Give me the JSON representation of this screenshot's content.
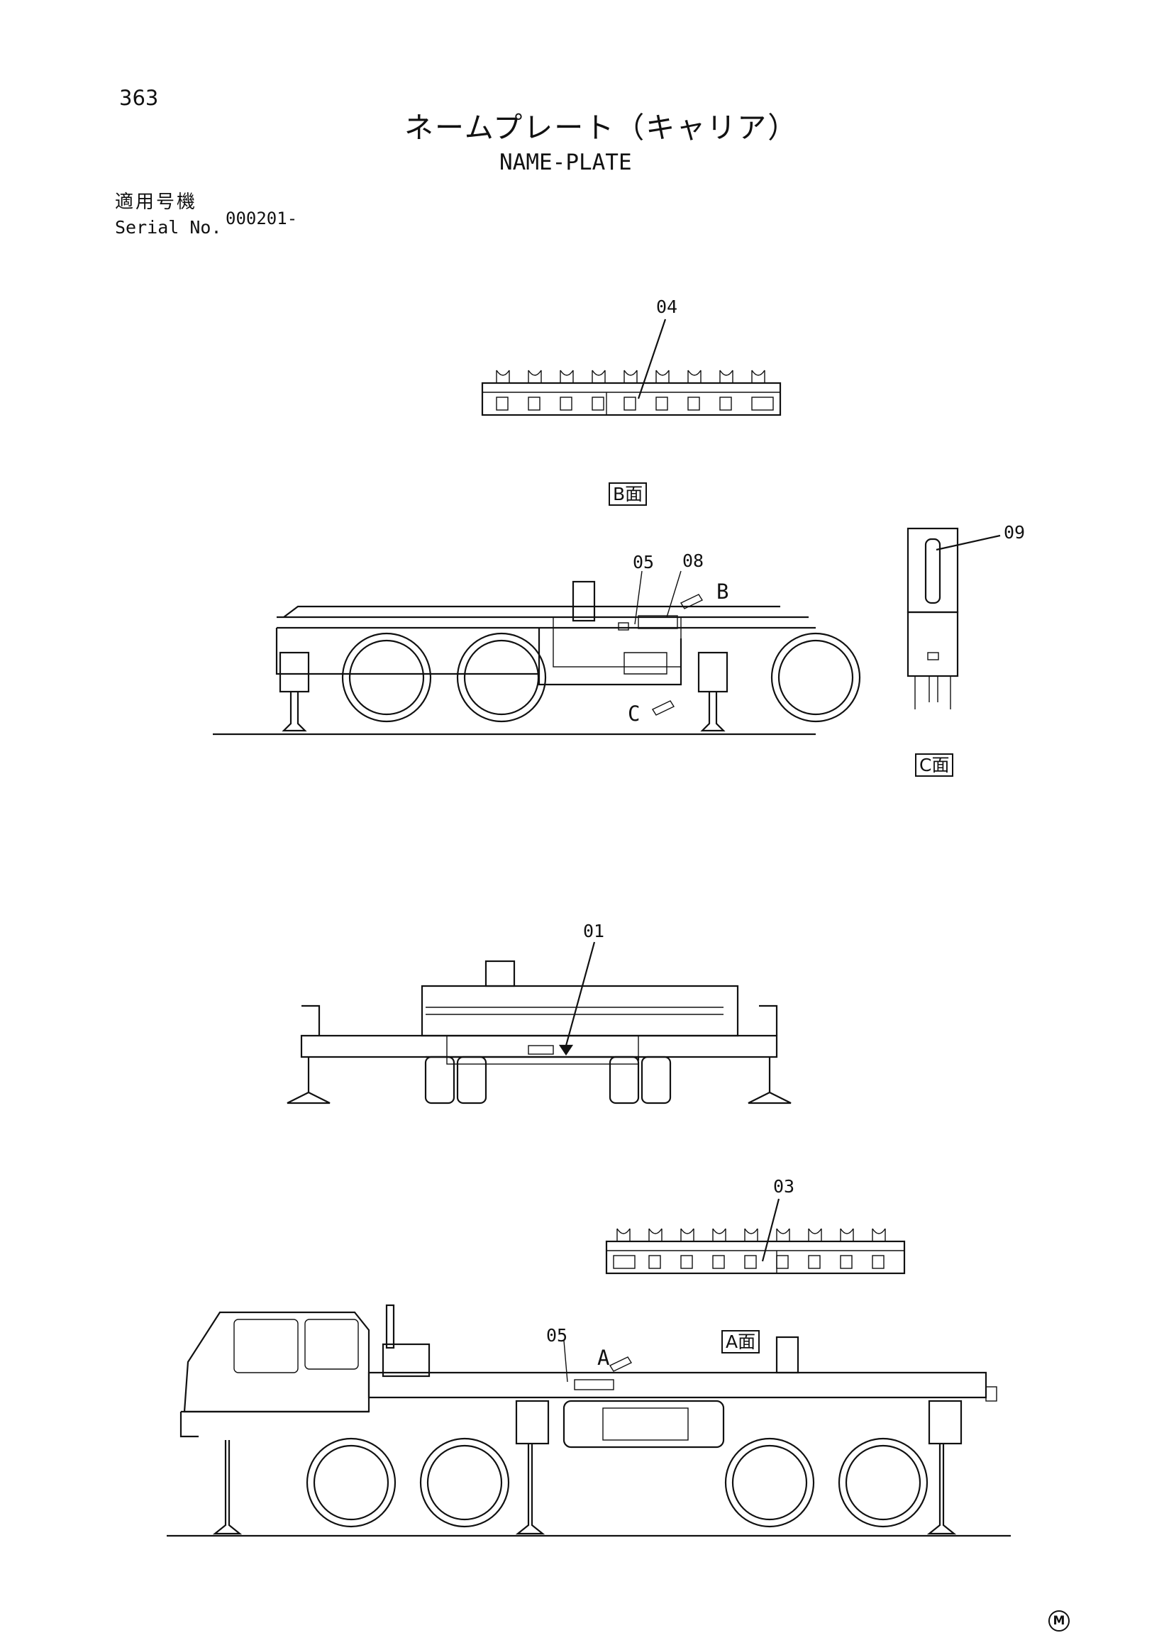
{
  "page": {
    "number": "363",
    "title_jp": "ネームプレート（キャリア）",
    "title_en": "NAME-PLATE",
    "serial_label_jp": "適用号機",
    "serial_label_en": "Serial No.",
    "serial_value": "000201-"
  },
  "callouts": {
    "c04": "04",
    "c05_top": "05",
    "c08": "08",
    "c09": "09",
    "c01": "01",
    "c03": "03",
    "c05_bottom": "05"
  },
  "view_labels": {
    "b_face": "B面",
    "c_face": "C面",
    "a_face": "A面",
    "arrow_b": "B",
    "arrow_c": "C",
    "arrow_a": "A"
  },
  "mark": "M"
}
